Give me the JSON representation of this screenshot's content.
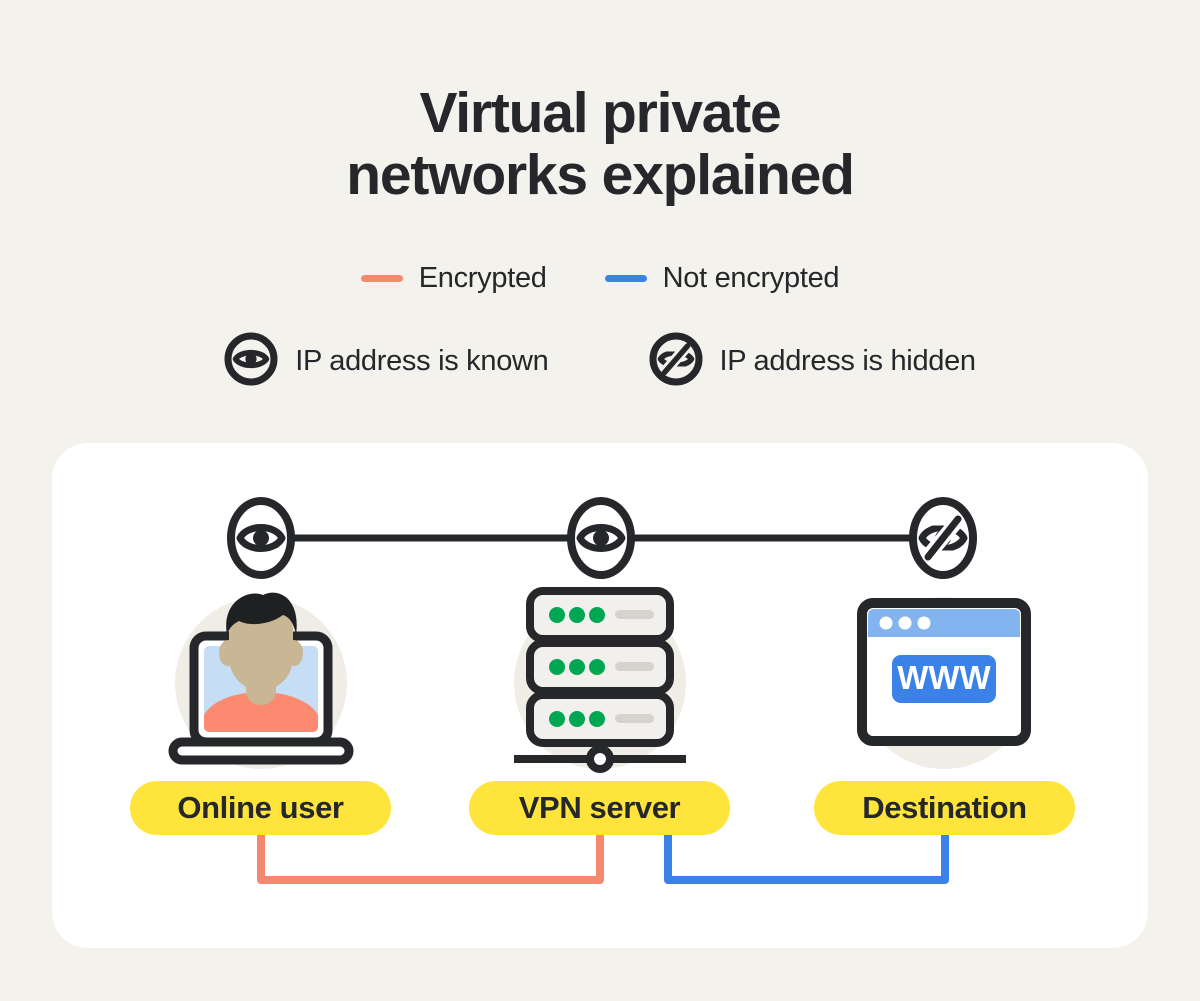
{
  "page": {
    "background_color": "#F3F2ED",
    "card_color": "#FFFFFF"
  },
  "title": {
    "line1": "Virtual private",
    "line2": "networks explained"
  },
  "legend": {
    "lines": [
      {
        "label": "Encrypted",
        "color": "#F5886F",
        "icon": "line-dash-encrypted"
      },
      {
        "label": "Not encrypted",
        "color": "#3B82E8",
        "icon": "line-dash-not-encrypted"
      }
    ],
    "icons": [
      {
        "label": "IP address is known",
        "icon": "eye-visible-icon"
      },
      {
        "label": "IP address is hidden",
        "icon": "eye-slash-icon"
      }
    ]
  },
  "diagram": {
    "chain_icons": [
      {
        "state": "known",
        "icon": "eye-visible-icon"
      },
      {
        "state": "known",
        "icon": "eye-visible-icon"
      },
      {
        "state": "hidden",
        "icon": "eye-slash-icon"
      }
    ],
    "nodes": [
      {
        "label": "Online user",
        "art": "laptop-person-icon"
      },
      {
        "label": "VPN server",
        "art": "server-rack-icon"
      },
      {
        "label": "Destination",
        "art": "browser-window-www-icon"
      }
    ],
    "browser_text": "WWW",
    "connections": [
      {
        "from": "Online user",
        "to": "VPN server",
        "encrypted": true,
        "color": "#F5886F"
      },
      {
        "from": "VPN server",
        "to": "Destination",
        "encrypted": false,
        "color": "#3B82E8"
      }
    ],
    "colors": {
      "pill": "#FFE53B",
      "pill_text": "#25272A",
      "ink": "#25272A",
      "halo": "#F0EDE7",
      "server_led": "#00A651",
      "browser_bar": "#84B4F0",
      "browser_www": "#3B82E8",
      "shirt": "#FB8A70",
      "skin": "#C9B695",
      "hair": "#1F2022",
      "screen": "#C5DDF5"
    }
  }
}
